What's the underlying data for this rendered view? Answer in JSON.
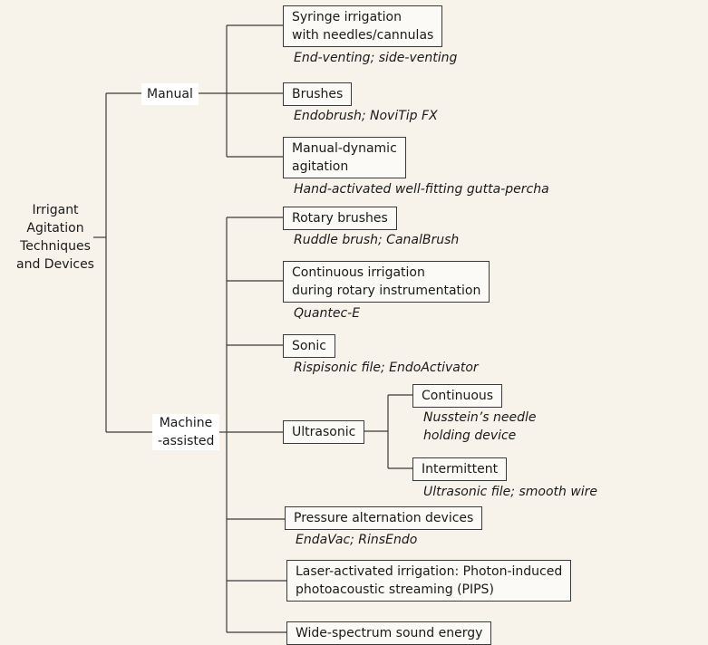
{
  "root": {
    "lines": [
      "Irrigant",
      "Agitation",
      "Techniques",
      "and Devices"
    ]
  },
  "manual": {
    "label": "Manual",
    "items": [
      {
        "lines": [
          "Syringe irrigation",
          "with needles/cannulas"
        ],
        "example": "End-venting; side-venting"
      },
      {
        "lines": [
          "Brushes"
        ],
        "example": "Endobrush; NoviTip FX"
      },
      {
        "lines": [
          "Manual-dynamic",
          "agitation"
        ],
        "example": "Hand-activated well-fitting gutta-percha"
      }
    ]
  },
  "machine": {
    "lines": [
      "Machine",
      "-assisted"
    ],
    "items": [
      {
        "lines": [
          "Rotary brushes"
        ],
        "example": "Ruddle brush; CanalBrush"
      },
      {
        "lines": [
          "Continuous irrigation",
          "during rotary instrumentation"
        ],
        "example": "Quantec-E"
      },
      {
        "lines": [
          "Sonic"
        ],
        "example": "Rispisonic file; EndoActivator"
      },
      {
        "lines": [
          "Ultrasonic"
        ],
        "example": ""
      },
      {
        "lines": [
          "Pressure alternation devices"
        ],
        "example": "EndaVac; RinsEndo"
      },
      {
        "lines": [
          "Laser-activated irrigation: Photon-induced",
          "photoacoustic streaming (PIPS)"
        ],
        "example": ""
      },
      {
        "lines": [
          "Wide-spectrum sound energy"
        ],
        "example": ""
      }
    ],
    "ultrasonic_children": [
      {
        "label": "Continuous",
        "example_lines": [
          "Nusstein’s needle",
          "holding device"
        ]
      },
      {
        "label": "Intermittent",
        "example_lines": [
          "Ultrasonic file; smooth wire"
        ]
      }
    ]
  }
}
